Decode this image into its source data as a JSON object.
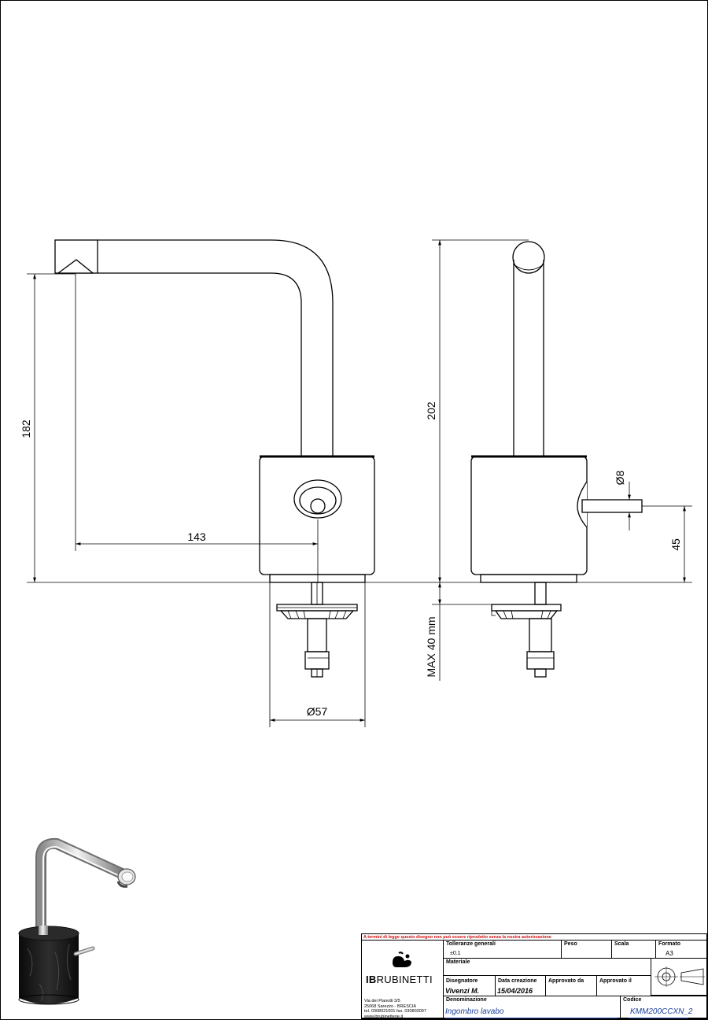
{
  "dimensions": {
    "spout_height": "182",
    "spout_reach": "143",
    "total_height": "202",
    "lever_diameter": "Ø8",
    "lever_height": "45",
    "max_thickness": "MAX 40 mm",
    "base_diameter": "Ø57"
  },
  "title_block": {
    "warning": "A termini di legge questo disegno non può essere riprodotto senza la nostra autorizzazione",
    "brand_bold": "IB",
    "brand_rest": "RUBINETTI",
    "address": [
      "Via dei Pianotti 3/5",
      "25068 Sarezzo - BRESCIA",
      "tel. 0308021001 fax. 030803097",
      "www.ibrubinetterie.it"
    ],
    "tolleranze_label": "Tolleranze generali",
    "tolleranze_value": "±0.1",
    "peso_label": "Peso",
    "scala_label": "Scala",
    "formato_label": "Formato",
    "formato_value": "A3",
    "materiale_label": "Materiale",
    "disegnatore_label": "Disegnatore",
    "disegnatore_value": "Vivenzi M.",
    "data_creazione_label": "Data creazione",
    "data_creazione_value": "15/04/2016",
    "approvato_da_label": "Approvato da",
    "approvato_il_label": "Approvato il",
    "denominazione_label": "Denominazione",
    "denominazione_value": "Ingombro lavabo",
    "codice_label": "Codice",
    "codice_value": "KMM200CCXN_2"
  },
  "colors": {
    "line": "#000000",
    "warning": "#d01010",
    "value_blue": "#1a3f9e",
    "marble": "#1c1c1c",
    "steel": "#c8c8c8"
  }
}
